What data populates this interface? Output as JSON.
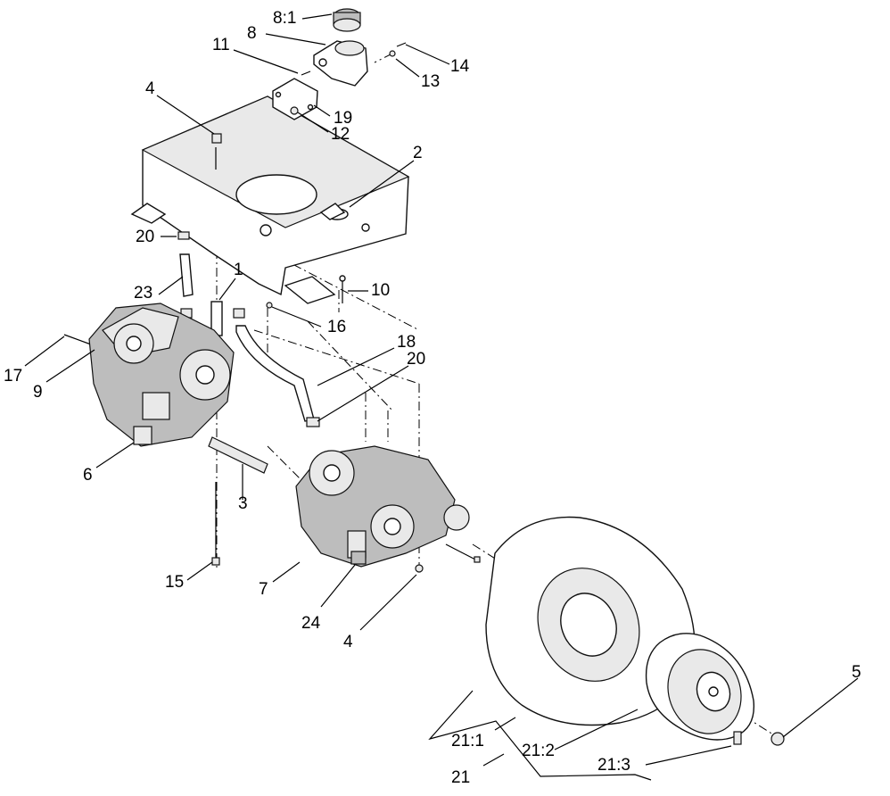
{
  "callouts": [
    {
      "label": "8:1"
    },
    {
      "label": "8"
    },
    {
      "label": "11"
    },
    {
      "label": "14"
    },
    {
      "label": "13"
    },
    {
      "label": "19"
    },
    {
      "label": "12"
    },
    {
      "label": "4"
    },
    {
      "label": "2"
    },
    {
      "label": "20"
    },
    {
      "label": "1"
    },
    {
      "label": "10"
    },
    {
      "label": "23"
    },
    {
      "label": "16"
    },
    {
      "label": "17"
    },
    {
      "label": "9"
    },
    {
      "label": "18"
    },
    {
      "label": "20"
    },
    {
      "label": "6"
    },
    {
      "label": "3"
    },
    {
      "label": "15"
    },
    {
      "label": "7"
    },
    {
      "label": "24"
    },
    {
      "label": "4"
    },
    {
      "label": "5"
    },
    {
      "label": "21:1"
    },
    {
      "label": "21:2"
    },
    {
      "label": "21:3"
    },
    {
      "label": "21"
    }
  ]
}
